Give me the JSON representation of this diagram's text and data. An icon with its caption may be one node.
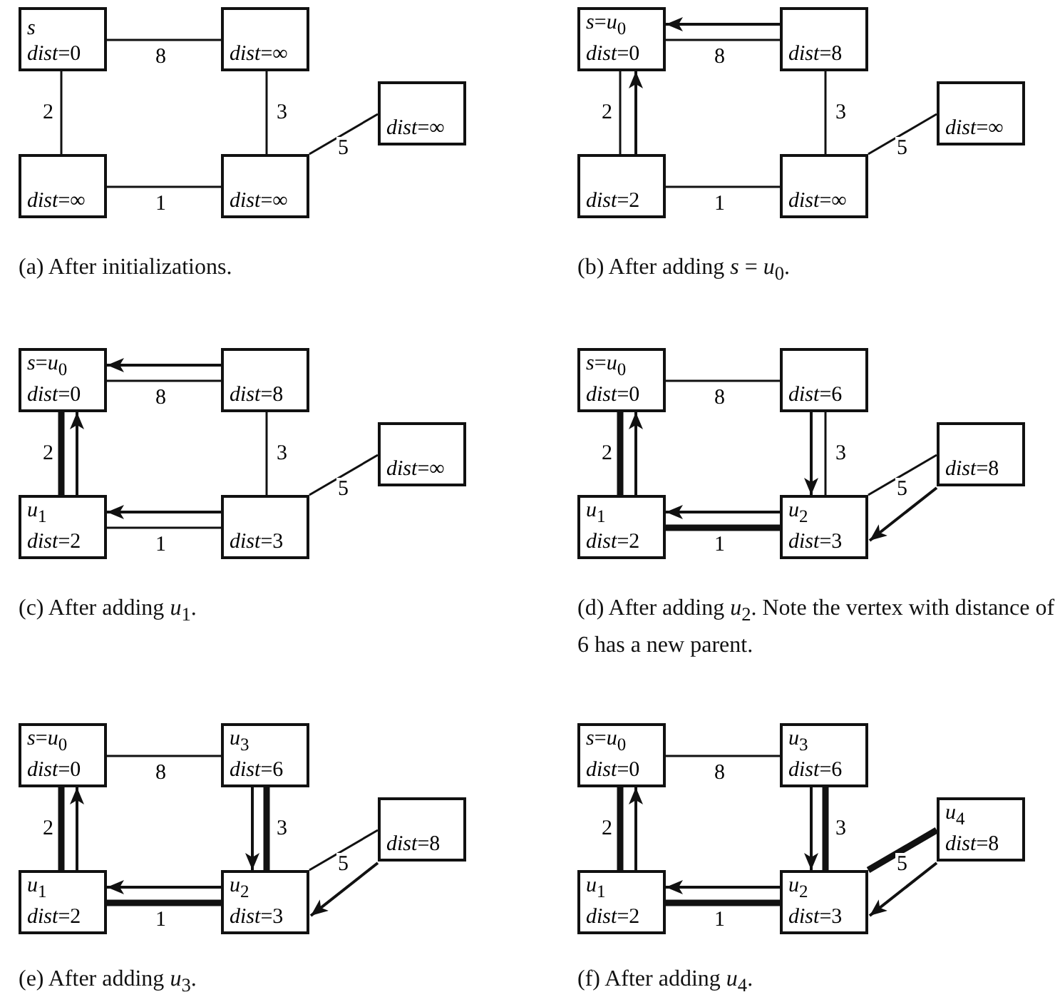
{
  "diagram": {
    "nodes": [
      {
        "text": [
          "*s*",
          "*dist*=0"
        ]
      },
      {
        "text": [
          "*dist*=∞"
        ]
      },
      {
        "text": [
          "*dist*=∞"
        ]
      },
      {
        "text": [
          "*dist*=∞"
        ]
      },
      {
        "text": [
          "*dist*=∞"
        ]
      },
      {
        "text": [
          "*s*=*u*$_{0}$",
          "*dist*=0"
        ]
      },
      {
        "text": [
          "*dist*=8"
        ]
      },
      {
        "text": [
          "*dist*=2"
        ]
      },
      {
        "text": [
          "*dist*=∞"
        ]
      },
      {
        "text": [
          "*dist*=∞"
        ]
      },
      {
        "text": [
          "*s*=*u*$_{0}$",
          "*dist*=0"
        ]
      },
      {
        "text": [
          "*dist*=8"
        ]
      },
      {
        "text": [
          "*u*$_{1}$",
          "*dist*=2"
        ]
      },
      {
        "text": [
          "*dist*=3"
        ]
      },
      {
        "text": [
          "*dist*=∞"
        ]
      },
      {
        "text": [
          "*s*=*u*$_{0}$",
          "*dist*=0"
        ]
      },
      {
        "text": [
          "*dist*=6"
        ]
      },
      {
        "text": [
          "*u*$_{1}$",
          "*dist*=2"
        ]
      },
      {
        "text": [
          "*u*$_{2}$",
          "*dist*=3"
        ]
      },
      {
        "text": [
          "*dist*=8"
        ]
      },
      {
        "text": [
          "*s*=*u*$_{0}$",
          "*dist*=0"
        ]
      },
      {
        "text": [
          "*u*$_{3}$",
          "*dist*=6"
        ]
      },
      {
        "text": [
          "*u*$_{1}$",
          "*dist*=2"
        ]
      },
      {
        "text": [
          "*u*$_{2}$",
          "*dist*=3"
        ]
      },
      {
        "text": [
          "*dist*=8"
        ]
      },
      {
        "text": [
          "*s*=*u*$_{0}$",
          "*dist*=0"
        ]
      },
      {
        "text": [
          "*u*$_{3}$",
          "*dist*=6"
        ]
      },
      {
        "text": [
          "*u*$_{1}$",
          "*dist*=2"
        ]
      },
      {
        "text": [
          "*u*$_{2}$",
          "*dist*=3"
        ]
      },
      {
        "text": [
          "*u*$_{4}$",
          "*dist*=8"
        ]
      }
    ],
    "edges": [
      {
        "from": 0,
        "to": 1,
        "arrow": "none",
        "label": "8"
      },
      {
        "from": 0,
        "to": 2,
        "arrow": "none",
        "label": "2"
      },
      {
        "from": 2,
        "to": 3,
        "arrow": "none",
        "label": "1"
      },
      {
        "from": 1,
        "to": 3,
        "arrow": "none",
        "label": "3"
      },
      {
        "from": 3,
        "to": 4,
        "arrow": "none",
        "label": "5"
      },
      {
        "from": 5,
        "to": 6,
        "arrow": "none",
        "label": "8"
      },
      {
        "from": 5,
        "to": 7,
        "arrow": "none",
        "label": "2"
      },
      {
        "from": 7,
        "to": 8,
        "arrow": "none",
        "label": "1"
      },
      {
        "from": 6,
        "to": 8,
        "arrow": "none",
        "label": "3"
      },
      {
        "from": 8,
        "to": 9,
        "arrow": "none",
        "label": "5"
      },
      {
        "from": 6,
        "to": 5,
        "arrow": "to"
      },
      {
        "from": 7,
        "to": 5,
        "arrow": "to"
      },
      {
        "from": 10,
        "to": 11,
        "arrow": "none",
        "label": "8"
      },
      {
        "from": 10,
        "to": 12,
        "arrow": "none",
        "label": "2",
        "style": "thick"
      },
      {
        "from": 12,
        "to": 13,
        "arrow": "none",
        "label": "1"
      },
      {
        "from": 11,
        "to": 13,
        "arrow": "none",
        "label": "3"
      },
      {
        "from": 13,
        "to": 14,
        "arrow": "none",
        "label": "5"
      },
      {
        "from": 11,
        "to": 10,
        "arrow": "to"
      },
      {
        "from": 12,
        "to": 10,
        "arrow": "to"
      },
      {
        "from": 13,
        "to": 12,
        "arrow": "to"
      },
      {
        "from": 15,
        "to": 16,
        "arrow": "none",
        "label": "8"
      },
      {
        "from": 15,
        "to": 17,
        "arrow": "none",
        "label": "2",
        "style": "thick"
      },
      {
        "from": 17,
        "to": 18,
        "arrow": "none",
        "label": "1",
        "style": "thick"
      },
      {
        "from": 16,
        "to": 18,
        "arrow": "none",
        "label": "3"
      },
      {
        "from": 18,
        "to": 19,
        "arrow": "none",
        "label": "5"
      },
      {
        "from": 17,
        "to": 15,
        "arrow": "to"
      },
      {
        "from": 16,
        "to": 18,
        "arrow": "to"
      },
      {
        "from": 18,
        "to": 17,
        "arrow": "to"
      },
      {
        "from": 19,
        "to": 18,
        "arrow": "to"
      },
      {
        "from": 20,
        "to": 21,
        "arrow": "none",
        "label": "8"
      },
      {
        "from": 20,
        "to": 22,
        "arrow": "none",
        "label": "2",
        "style": "thick"
      },
      {
        "from": 22,
        "to": 23,
        "arrow": "none",
        "label": "1",
        "style": "thick"
      },
      {
        "from": 21,
        "to": 23,
        "arrow": "none",
        "label": "3",
        "style": "thick"
      },
      {
        "from": 23,
        "to": 24,
        "arrow": "none",
        "label": "5"
      },
      {
        "from": 22,
        "to": 20,
        "arrow": "to"
      },
      {
        "from": 21,
        "to": 23,
        "arrow": "to"
      },
      {
        "from": 23,
        "to": 22,
        "arrow": "to"
      },
      {
        "from": 24,
        "to": 23,
        "arrow": "to"
      },
      {
        "from": 25,
        "to": 26,
        "arrow": "none",
        "label": "8"
      },
      {
        "from": 25,
        "to": 27,
        "arrow": "none",
        "label": "2",
        "style": "thick"
      },
      {
        "from": 27,
        "to": 28,
        "arrow": "none",
        "label": "1",
        "style": "thick"
      },
      {
        "from": 26,
        "to": 28,
        "arrow": "none",
        "label": "3",
        "style": "thick"
      },
      {
        "from": 28,
        "to": 29,
        "arrow": "none",
        "label": "5",
        "style": "thick"
      },
      {
        "from": 27,
        "to": 25,
        "arrow": "to"
      },
      {
        "from": 26,
        "to": 28,
        "arrow": "to"
      },
      {
        "from": 28,
        "to": 27,
        "arrow": "to"
      },
      {
        "from": 29,
        "to": 28,
        "arrow": "to"
      }
    ],
    "labels": [
      "(a) After initializations.",
      "(b) After adding *s* = *u*$_{0}$.",
      "(c) After adding *u*$_{1}$.",
      "(d) After adding *u*$_{2}$. Note the vertex with distance of 6 has a new parent.",
      "(e) After adding *u*$_{3}$.",
      "(f) After adding *u*$_{4}$."
    ]
  }
}
